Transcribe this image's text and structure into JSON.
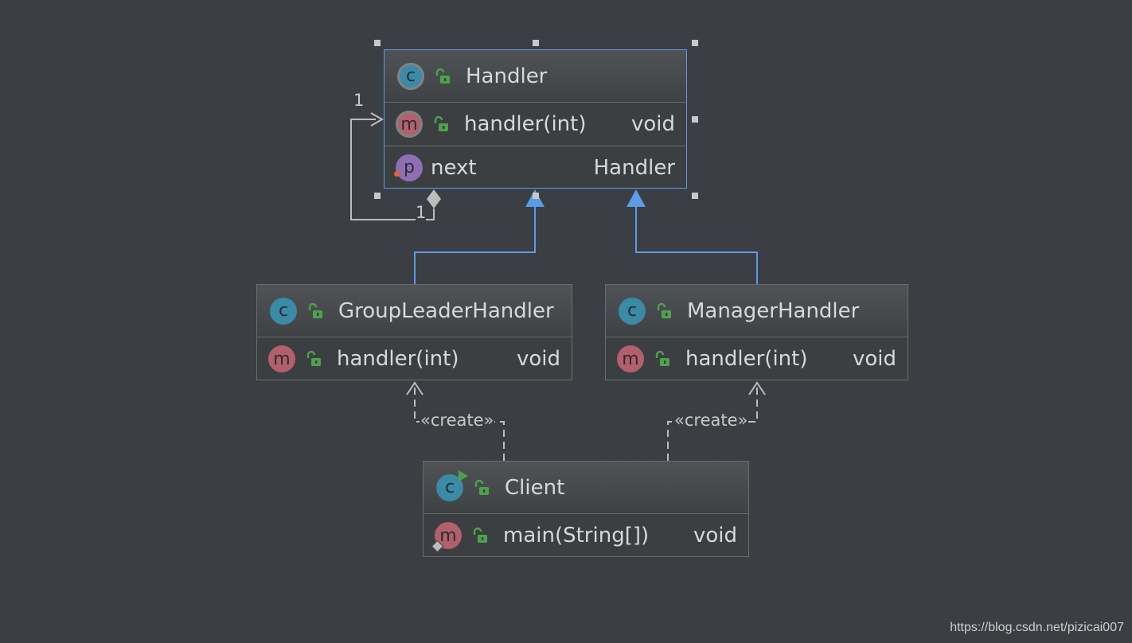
{
  "colors": {
    "background": "#3b3e42",
    "selection": "#5a9bea",
    "inheritance_arrow": "#5a9bea",
    "class_badge": "#3b8aa6",
    "method_badge": "#b2606c",
    "field_badge": "#8e6fb4",
    "public_lock": "#4ca34c"
  },
  "classes": {
    "handler": {
      "name": "Handler",
      "icon": "abstract-class-icon",
      "methods": [
        {
          "name": "handler(int)",
          "type": "void",
          "icon": "abstract-method-icon"
        }
      ],
      "fields": [
        {
          "name": "next",
          "type": "Handler",
          "icon": "field-icon"
        }
      ]
    },
    "group_leader": {
      "name": "GroupLeaderHandler",
      "icon": "class-icon",
      "methods": [
        {
          "name": "handler(int)",
          "type": "void",
          "icon": "method-icon"
        }
      ]
    },
    "manager": {
      "name": "ManagerHandler",
      "icon": "class-icon",
      "methods": [
        {
          "name": "handler(int)",
          "type": "void",
          "icon": "method-icon"
        }
      ]
    },
    "client": {
      "name": "Client",
      "icon": "runnable-class-icon",
      "methods": [
        {
          "name": "main(String[])",
          "type": "void",
          "icon": "static-method-icon"
        }
      ]
    }
  },
  "relations": {
    "self_association": {
      "from_multiplicity": "1",
      "to_multiplicity": "1"
    },
    "create_left": {
      "stereotype": "«create»"
    },
    "create_right": {
      "stereotype": "«create»"
    }
  },
  "watermark": "https://blog.csdn.net/pizicai007"
}
